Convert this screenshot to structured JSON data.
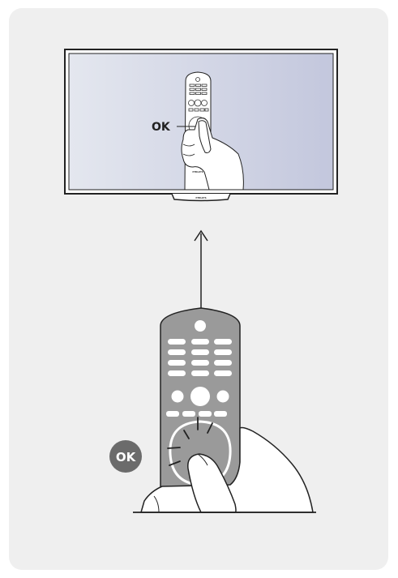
{
  "illustration": {
    "tv_callout_label": "OK",
    "tv_brand": "PHILIPS",
    "remote_brand": "PHILIPS",
    "badge_label": "OK"
  },
  "colors": {
    "card_bg": "#efefef",
    "screen_left": "#e4e7ef",
    "screen_right": "#c3c7dd",
    "remote_body": "#9a9a9a",
    "badge": "#6b6b6b",
    "outline": "#222222"
  }
}
